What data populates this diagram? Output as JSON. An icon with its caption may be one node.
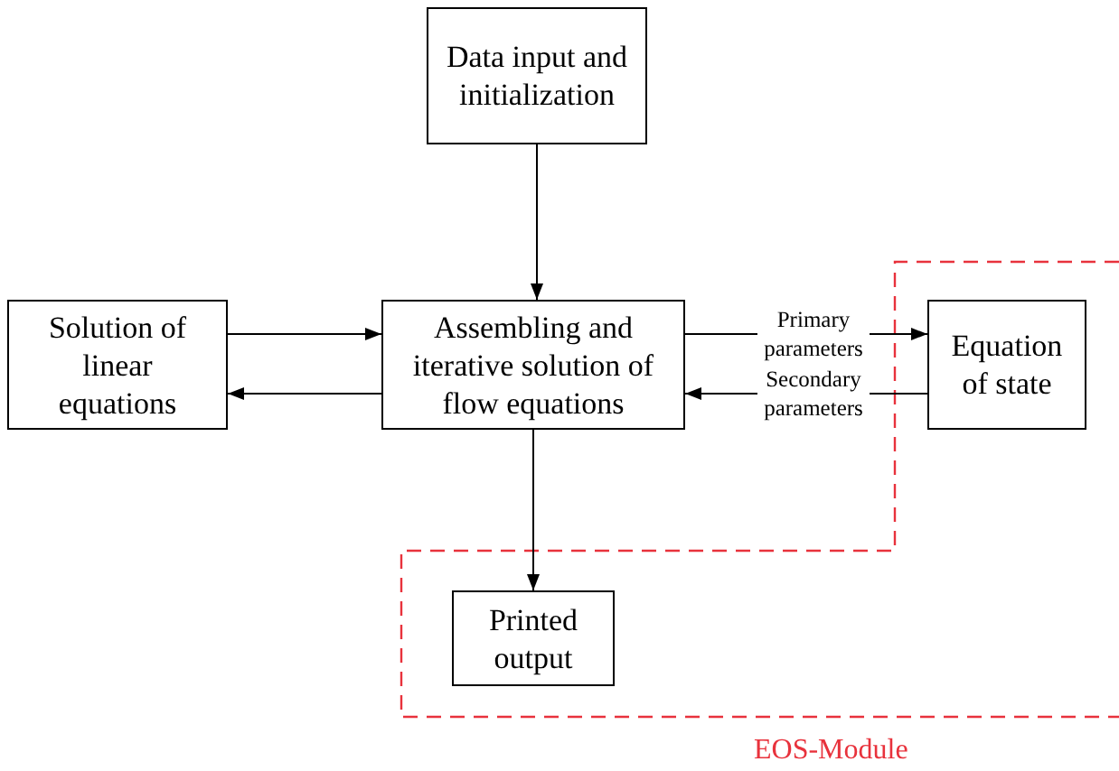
{
  "diagram": {
    "nodes": [
      {
        "text": [
          "Data input and initialization"
        ]
      },
      {
        "text": [
          "Solution of linear equations"
        ]
      },
      {
        "text": [
          "Assembling and iterative solution of flow equations"
        ]
      },
      {
        "text": [
          "Equation of state"
        ]
      },
      {
        "text": [
          "Printed output"
        ]
      }
    ],
    "edges": [
      {
        "from": 0,
        "to": 2,
        "arrow": "to"
      },
      {
        "from": 1,
        "to": 2,
        "arrow": "to"
      },
      {
        "from": 2,
        "to": 1,
        "arrow": "to"
      },
      {
        "from": 2,
        "to": 3,
        "arrow": "to",
        "label": "Primary parameters"
      },
      {
        "from": 3,
        "to": 2,
        "arrow": "to",
        "label": "Secondary parameters"
      },
      {
        "from": 2,
        "to": 4,
        "arrow": "to"
      }
    ],
    "labels": [
      "EOS-Module"
    ]
  }
}
